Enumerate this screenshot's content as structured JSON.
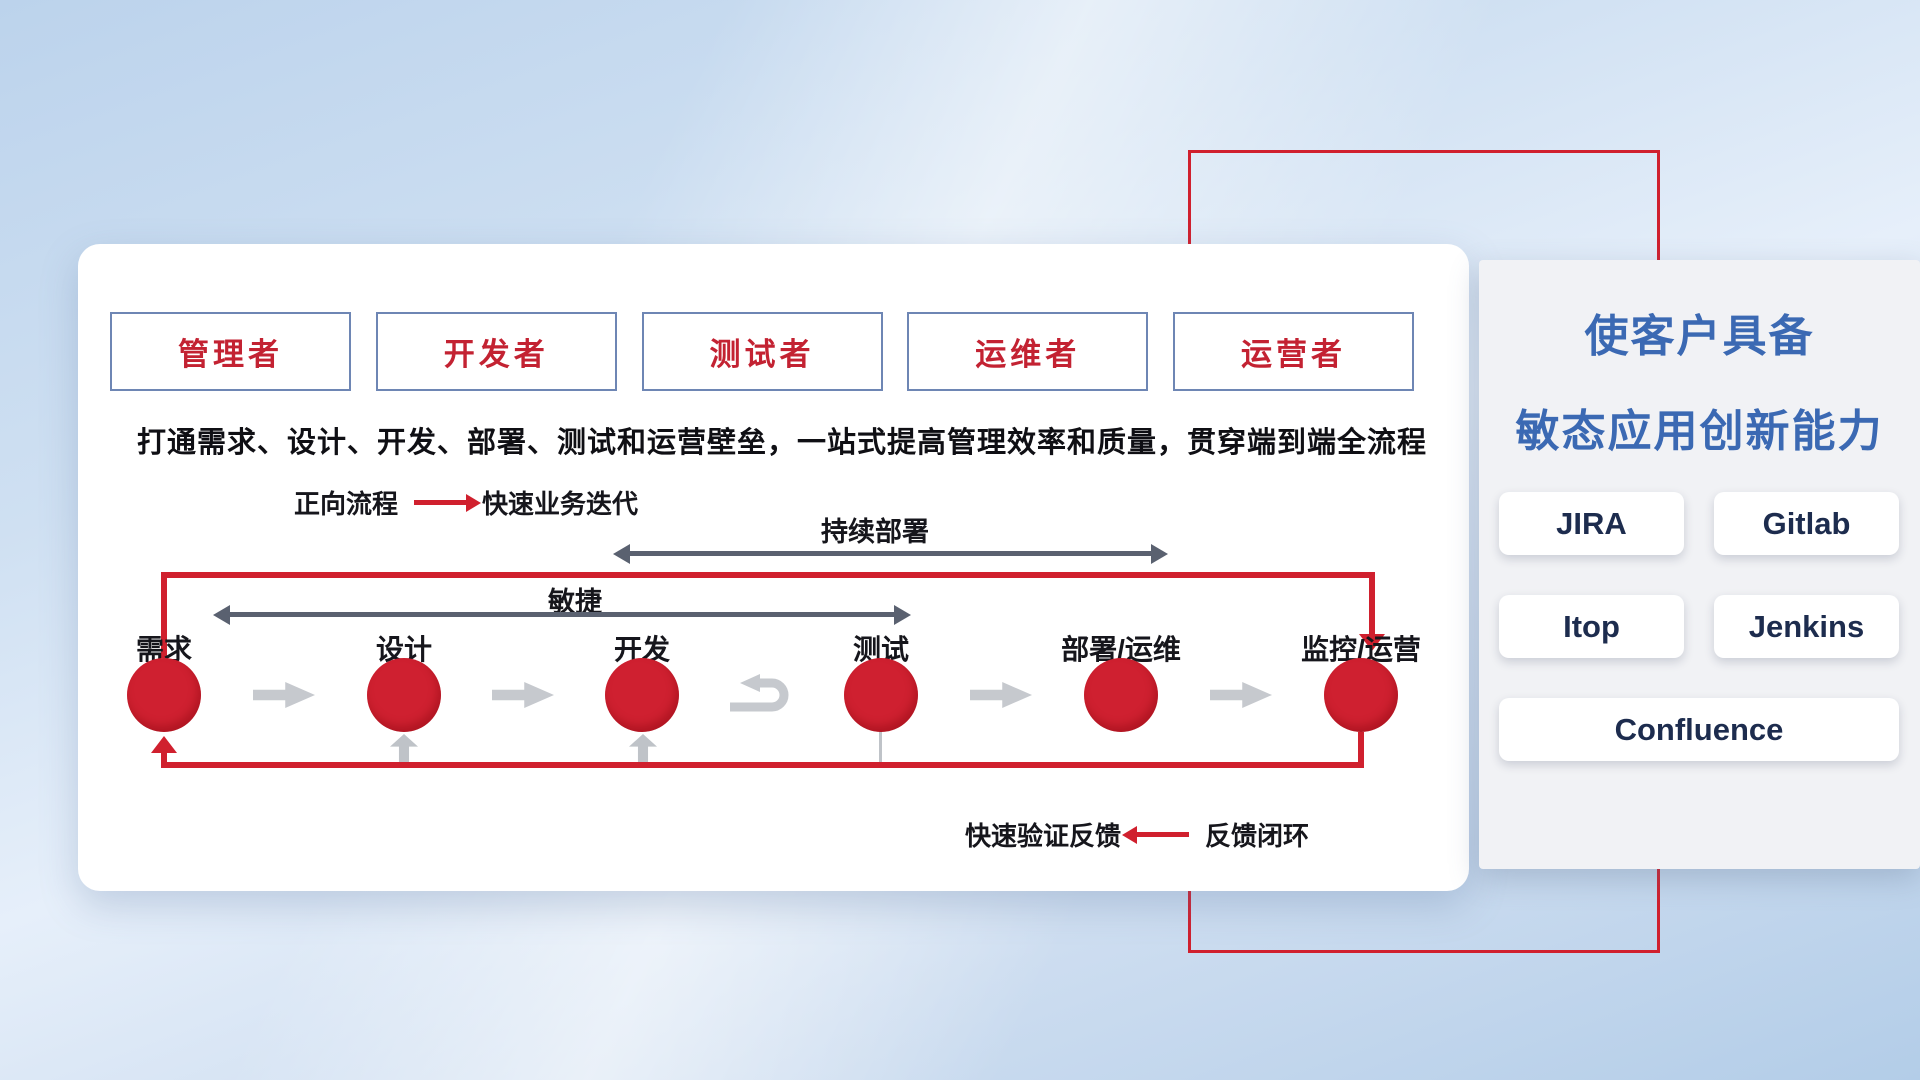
{
  "colors": {
    "accent_red": "#d0202e",
    "title_blue": "#3b69b3",
    "role_text_red": "#c32232",
    "dark_arrow_gray": "#5a6170",
    "light_arrow_gray": "#c6c9ce",
    "tool_text_navy": "#1d2c4e"
  },
  "roles": [
    "管理者",
    "开发者",
    "测试者",
    "运维者",
    "运营者"
  ],
  "description": "打通需求、设计、开发、部署、测试和运营壁垒，一站式提高管理效率和质量，贯穿端到端全流程",
  "legend_forward": {
    "label": "正向流程",
    "caption": "快速业务迭代"
  },
  "flow": {
    "stages": [
      "需求",
      "设计",
      "开发",
      "测试",
      "部署/运维",
      "监控/运营"
    ],
    "agile_label": "敏捷",
    "continuous_deployment_label": "持续部署"
  },
  "legend_feedback": {
    "label": "快速验证反馈",
    "caption": "反馈闭环"
  },
  "right_panel": {
    "title_line1": "使客户具备",
    "title_line2": "敏态应用创新能力",
    "tools": [
      "JIRA",
      "Gitlab",
      "Itop",
      "Jenkins",
      "Confluence"
    ]
  }
}
